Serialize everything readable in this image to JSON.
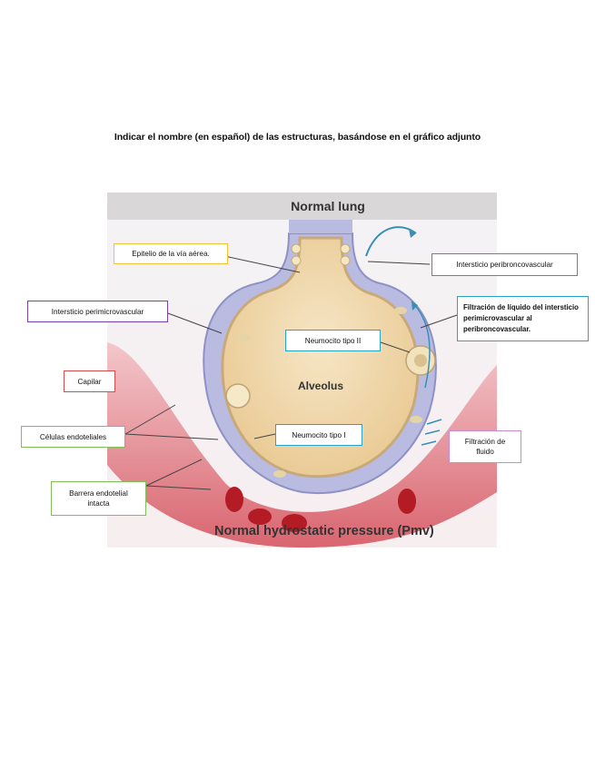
{
  "instruction": "Indicar el nombre (en español) de las estructuras, basándose en el gráfico adjunto",
  "figure": {
    "title": "Normal lung",
    "center_label": "Alveolus",
    "bottom_caption": "Normal hydrostatic pressure (Pmv)"
  },
  "labels": {
    "epitelio": "Epitelio de la vía aérea.",
    "intersticio_peribroncovascular": "Intersticio peribroncovascular",
    "intersticio_perimicrovascular": "Intersticio perimicrovascular",
    "filtracion_liquido": "Filtración de líquido del intersticio perimicrovascular al peribroncovascular.",
    "neumocito_ii": "Neumocito tipo II",
    "capilar": "Capilar",
    "celulas_endoteliales": "Células endoteliales",
    "neumocito_i": "Neumocito tipo I",
    "filtracion_fluido": "Filtración de fluido",
    "barrera_endotelial": "Barrera endotelial intacta"
  },
  "colors": {
    "epitelio": "#f2c230",
    "intersticio_peribroncovascular": "#2ea86b",
    "intersticio_perimicrovascular": "#7a3fa8",
    "filtracion_liquido": "#2aa3c9",
    "neumocito_ii": "#2aa3c9",
    "capilar": "#d84b4b",
    "celulas_endoteliales": "#7fbf5a",
    "neumocito_i": "#2aa3c9",
    "filtracion_fluido": "#c98ad8",
    "barrera_endotelial": "#7fbf5a",
    "interstitium": "#b7b9de",
    "alveolus": "#f0d9b0",
    "capillary": "#e8a3a8"
  }
}
